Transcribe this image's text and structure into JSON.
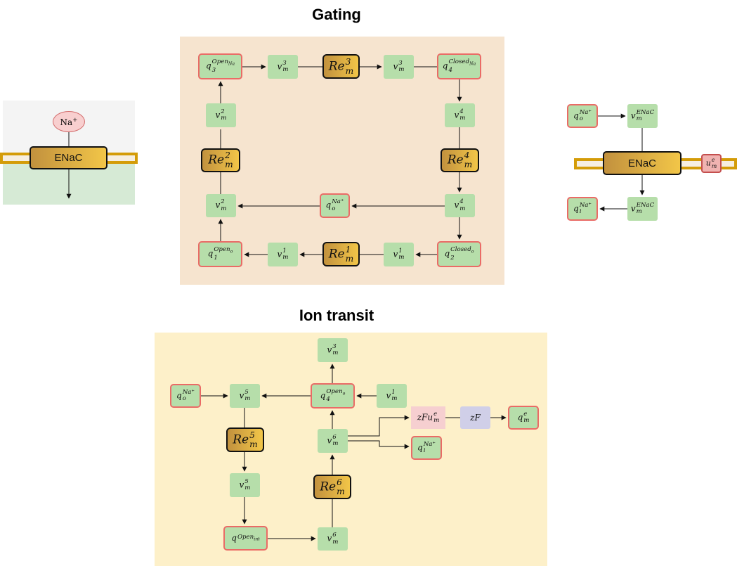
{
  "titles": {
    "gating": "Gating",
    "ion_transit": "Ion transit"
  },
  "left_icon": {
    "ion": "Na",
    "ion_charge": "+",
    "channel": "ENaC"
  },
  "right_icon": {
    "channel": "ENaC",
    "q_out": {
      "base": "q",
      "sub": "o",
      "sup": "Na⁺"
    },
    "q_in": {
      "base": "q",
      "sub": "i",
      "sup": "Na⁺"
    },
    "v_top": {
      "base": "v",
      "sub": "m",
      "sup": "ENaC"
    },
    "v_bot": {
      "base": "v",
      "sub": "m",
      "sup": "ENaC"
    },
    "ue": {
      "base": "u",
      "sub": "m",
      "sup": "e"
    }
  },
  "gating": {
    "q3": {
      "base": "q",
      "sub": "3",
      "sup": "Open",
      "supsub": "Na"
    },
    "v3a": {
      "base": "v",
      "sub": "m",
      "sup": "3"
    },
    "re3": {
      "base": "Re",
      "sub": "m",
      "sup": "3"
    },
    "v3b": {
      "base": "v",
      "sub": "m",
      "sup": "3"
    },
    "q4": {
      "base": "q",
      "sub": "4",
      "sup": "Closed",
      "supsub": "Na"
    },
    "v2top": {
      "base": "v",
      "sub": "m",
      "sup": "2"
    },
    "v4top": {
      "base": "v",
      "sub": "m",
      "sup": "4"
    },
    "re2": {
      "base": "Re",
      "sub": "m",
      "sup": "2"
    },
    "re4": {
      "base": "Re",
      "sub": "m",
      "sup": "4"
    },
    "v2mid": {
      "base": "v",
      "sub": "m",
      "sup": "2"
    },
    "qo": {
      "base": "q",
      "sub": "o",
      "sup": "Na⁺"
    },
    "v4mid": {
      "base": "v",
      "sub": "m",
      "sup": "4"
    },
    "q1": {
      "base": "q",
      "sub": "1",
      "sup": "Open",
      "supsub": "o"
    },
    "v1a": {
      "base": "v",
      "sub": "m",
      "sup": "1"
    },
    "re1": {
      "base": "Re",
      "sub": "m",
      "sup": "1"
    },
    "v1b": {
      "base": "v",
      "sub": "m",
      "sup": "1"
    },
    "q2": {
      "base": "q",
      "sub": "2",
      "sup": "Closed",
      "supsub": "o"
    }
  },
  "transit": {
    "v3": {
      "base": "v",
      "sub": "m",
      "sup": "3"
    },
    "qo": {
      "base": "q",
      "sub": "o",
      "sup": "Na⁺"
    },
    "v5top": {
      "base": "v",
      "sub": "m",
      "sup": "5"
    },
    "q4": {
      "base": "q",
      "sub": "4",
      "sup": "Open",
      "supsub": "o"
    },
    "v1": {
      "base": "v",
      "sub": "m",
      "sup": "1"
    },
    "zfu": {
      "base": "zFu",
      "sub": "m",
      "sup": "e"
    },
    "zf": {
      "base": "zF",
      "sub": "",
      "sup": ""
    },
    "qme": {
      "base": "q",
      "sub": "m",
      "sup": "e"
    },
    "re5": {
      "base": "Re",
      "sub": "m",
      "sup": "5"
    },
    "v6mid": {
      "base": "v",
      "sub": "m",
      "sup": "6"
    },
    "qi": {
      "base": "q",
      "sub": "i",
      "sup": "Na⁺"
    },
    "v5bot": {
      "base": "v",
      "sub": "m",
      "sup": "5"
    },
    "re6": {
      "base": "Re",
      "sub": "m",
      "sup": "6"
    },
    "qint": {
      "base": "q",
      "sub": "",
      "sup": "Open",
      "supsub": "int"
    },
    "v6bot": {
      "base": "v",
      "sub": "m",
      "sup": "6"
    }
  },
  "colors": {
    "gating_bg": "#f6e4cf",
    "transit_bg": "#fdf0c9",
    "flux_green": "#b6deaa",
    "state_border": "#ea6b66",
    "reaction_gradient": [
      "#c2913e",
      "#f2c648"
    ],
    "membrane": "#d49c08"
  }
}
